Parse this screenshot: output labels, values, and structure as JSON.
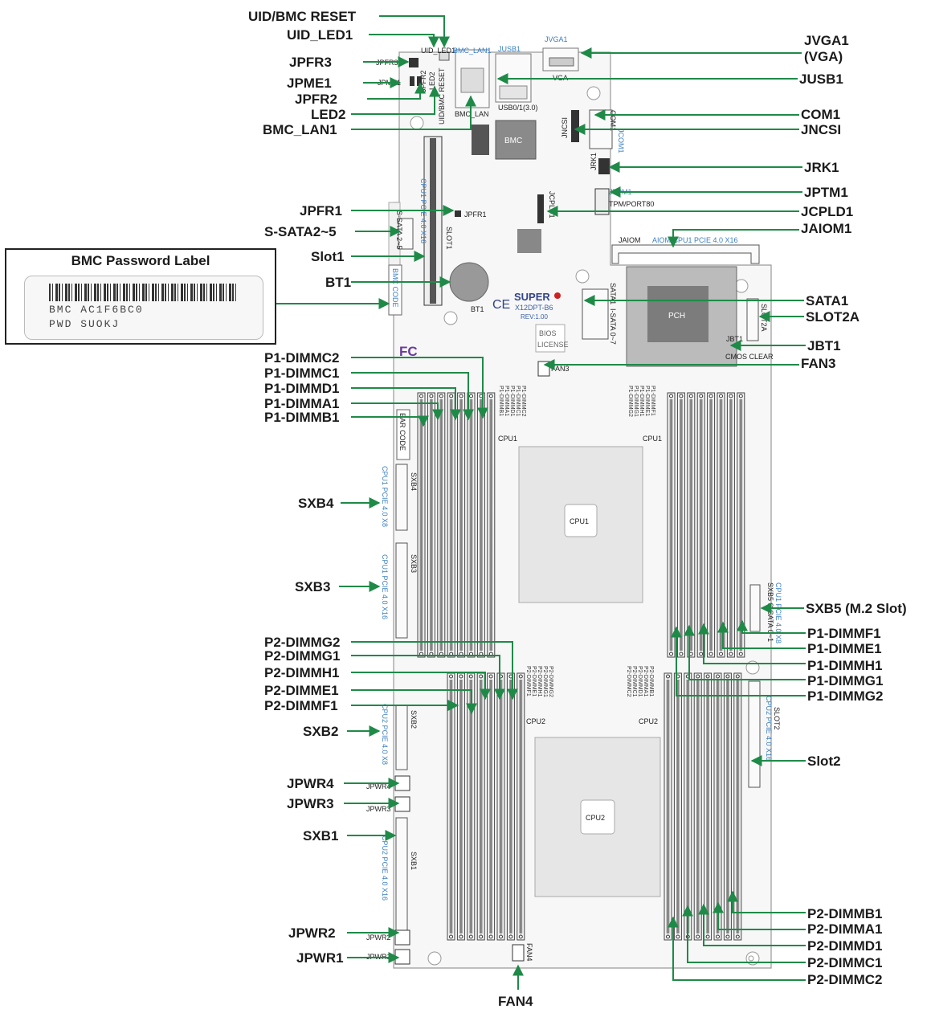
{
  "password_label": {
    "title": "BMC Password Label",
    "bmc_line": "BMC  AC1F6BC0",
    "pwd_line": "PWD  SUOKJ"
  },
  "callouts": [
    {
      "id": "uid-bmc-reset",
      "text": "UID/BMC RESET"
    },
    {
      "id": "uid-led1",
      "text": "UID_LED1"
    },
    {
      "id": "jpfr3",
      "text": "JPFR3"
    },
    {
      "id": "jpme1",
      "text": "JPME1"
    },
    {
      "id": "jpfr2",
      "text": "JPFR2"
    },
    {
      "id": "led2",
      "text": "LED2"
    },
    {
      "id": "bmc-lan1",
      "text": "BMC_LAN1"
    },
    {
      "id": "jpfr1",
      "text": "JPFR1"
    },
    {
      "id": "s-sata2-5",
      "text": "S-SATA2~5"
    },
    {
      "id": "slot1",
      "text": "Slot1"
    },
    {
      "id": "bt1",
      "text": "BT1"
    },
    {
      "id": "p1-dimmc2",
      "text": "P1-DIMMC2"
    },
    {
      "id": "p1-dimmc1",
      "text": "P1-DIMMC1"
    },
    {
      "id": "p1-dimmd1",
      "text": "P1-DIMMD1"
    },
    {
      "id": "p1-dimma1",
      "text": "P1-DIMMA1"
    },
    {
      "id": "p1-dimmb1",
      "text": "P1-DIMMB1"
    },
    {
      "id": "sxb4",
      "text": "SXB4"
    },
    {
      "id": "sxb3",
      "text": "SXB3"
    },
    {
      "id": "p2-dimmg2",
      "text": "P2-DIMMG2"
    },
    {
      "id": "p2-dimmg1",
      "text": "P2-DIMMG1"
    },
    {
      "id": "p2-dimmh1",
      "text": "P2-DIMMH1"
    },
    {
      "id": "p2-dimme1",
      "text": "P2-DIMME1"
    },
    {
      "id": "p2-dimmf1",
      "text": "P2-DIMMF1"
    },
    {
      "id": "sxb2",
      "text": "SXB2"
    },
    {
      "id": "jpwr4",
      "text": "JPWR4"
    },
    {
      "id": "jpwr3",
      "text": "JPWR3"
    },
    {
      "id": "sxb1",
      "text": "SXB1"
    },
    {
      "id": "jpwr2",
      "text": "JPWR2"
    },
    {
      "id": "jpwr1",
      "text": "JPWR1"
    },
    {
      "id": "fan4",
      "text": "FAN4"
    },
    {
      "id": "jvga1",
      "text": "JVGA1"
    },
    {
      "id": "jvga1-vga",
      "text": "(VGA)"
    },
    {
      "id": "jusb1",
      "text": "JUSB1"
    },
    {
      "id": "com1",
      "text": "COM1"
    },
    {
      "id": "jncsi",
      "text": "JNCSI"
    },
    {
      "id": "jrk1",
      "text": "JRK1"
    },
    {
      "id": "jptm1",
      "text": "JPTM1"
    },
    {
      "id": "jcpld1",
      "text": "JCPLD1"
    },
    {
      "id": "jaiom1",
      "text": "JAIOM1"
    },
    {
      "id": "sata1",
      "text": "SATA1"
    },
    {
      "id": "slot2a",
      "text": "SLOT2A"
    },
    {
      "id": "jbt1",
      "text": "JBT1"
    },
    {
      "id": "fan3",
      "text": "FAN3"
    },
    {
      "id": "sxb5",
      "text": "SXB5 (M.2 Slot)"
    },
    {
      "id": "p1-dimmf1",
      "text": "P1-DIMMF1"
    },
    {
      "id": "p1-dimme1",
      "text": "P1-DIMME1"
    },
    {
      "id": "p1-dimmh1",
      "text": "P1-DIMMH1"
    },
    {
      "id": "p1-dimmg1",
      "text": "P1-DIMMG1"
    },
    {
      "id": "p1-dimmg2",
      "text": "P1-DIMMG2"
    },
    {
      "id": "slot2",
      "text": "Slot2"
    },
    {
      "id": "p2-dimmb1",
      "text": "P2-DIMMB1"
    },
    {
      "id": "p2-dimma1",
      "text": "P2-DIMMA1"
    },
    {
      "id": "p2-dimmd1",
      "text": "P2-DIMMD1"
    },
    {
      "id": "p2-dimmc1",
      "text": "P2-DIMMC1"
    },
    {
      "id": "p2-dimmc2",
      "text": "P2-DIMMC2"
    }
  ],
  "board": {
    "brand": "SUPER",
    "model": "X12DPT-B6",
    "rev": "REV:1.00",
    "bmc_chip": "BMC",
    "pch_chip": "PCH",
    "cpu1": "CPU1",
    "cpu2": "CPU2",
    "bios_license": "BIOS",
    "bios_license2": "LICENSE",
    "fc_mark": "FC",
    "ce_mark": "CE",
    "silk": {
      "uid_led1": "UID_LED1",
      "jpfr3": "JPFR3",
      "jpme1": "JPME1",
      "jpfr2": "JPFR2",
      "led2": "LED2",
      "uid_bmc_reset": "UID/BMC RESET",
      "bmc_lan": "BMC_LAN",
      "bmc_lan1": "BMC_LAN1",
      "jusb1": "JUSB1",
      "usb01": "USB0/1(3.0)",
      "jvga1": "JVGA1",
      "vga": "VGA",
      "com1": "COM1",
      "jcom1": "JCOM1",
      "jncsi": "JNCSI",
      "jrk1": "JRK1",
      "jtpm1": "JTPM1",
      "tpm_port80": "TPM/PORT80",
      "jcpld1": "JCPLD1",
      "jaiom": "JAIOM",
      "aiom_pcie": "AIOM CPU1 PCIE 4.0 X16",
      "jpfr1": "JPFR1",
      "s_sata2_5": "S-SATA 2~5",
      "slot1": "SLOT1",
      "slot1_pcie": "CPU1 PCIE 4.0 X16",
      "bmc_code": "BMC CODE",
      "bt1": "BT1",
      "sata1": "SATA1",
      "isata": "I-SATA 0~7",
      "jbt1": "JBT1",
      "cmos_clear": "CMOS CLEAR",
      "slot2a": "SLOT2A",
      "fan3": "FAN3",
      "bar_code": "BAR CODE",
      "sxb4": "SXB4",
      "sxb4_pcie": "CPU1 PCIE 4.0 X8",
      "sxb3": "SXB3",
      "sxb3_pcie": "CPU1 PCIE 4.0 X16",
      "sxb5": "SXB5 S-SATA 0~1",
      "sxb5_pcie": "CPU1 PCIE 4.0 X8",
      "sxb2": "SXB2",
      "sxb2_pcie": "CPU2 PCIE 4.0 X8",
      "jpwr4": "JPWR4",
      "jpwr3": "JPWR3",
      "sxb1": "SXB1",
      "sxb1_pcie": "CPU2 PCIE 4.0 X16",
      "jpwr2": "JPWR2",
      "jpwr1": "JPWR1",
      "fan4": "FAN4",
      "slot2": "SLOT2",
      "slot2_pcie": "CPU2 PCIE 4.0 X16",
      "cpu1_a": "CPU1",
      "cpu1_b": "CPU1",
      "cpu2_a": "CPU2",
      "cpu2_b": "CPU2",
      "dimm_p1_left": [
        "P1-DIMMC2",
        "P1-DIMMC1",
        "P1-DIMMD1",
        "P1-DIMMA1",
        "P1-DIMMB1"
      ],
      "dimm_p1_right": [
        "P1-DIMMF1",
        "P1-DIMME1",
        "P1-DIMMH1",
        "P1-DIMMG1",
        "P1-DIMMG2"
      ],
      "dimm_p2_left": [
        "P2-DIMMG2",
        "P2-DIMMG1",
        "P2-DIMMH1",
        "P2-DIMME1",
        "P2-DIMMF1"
      ],
      "dimm_p2_right": [
        "P2-DIMMB1",
        "P2-DIMMA1",
        "P2-DIMMD1",
        "P2-DIMMC1",
        "P2-DIMMC2"
      ]
    }
  }
}
